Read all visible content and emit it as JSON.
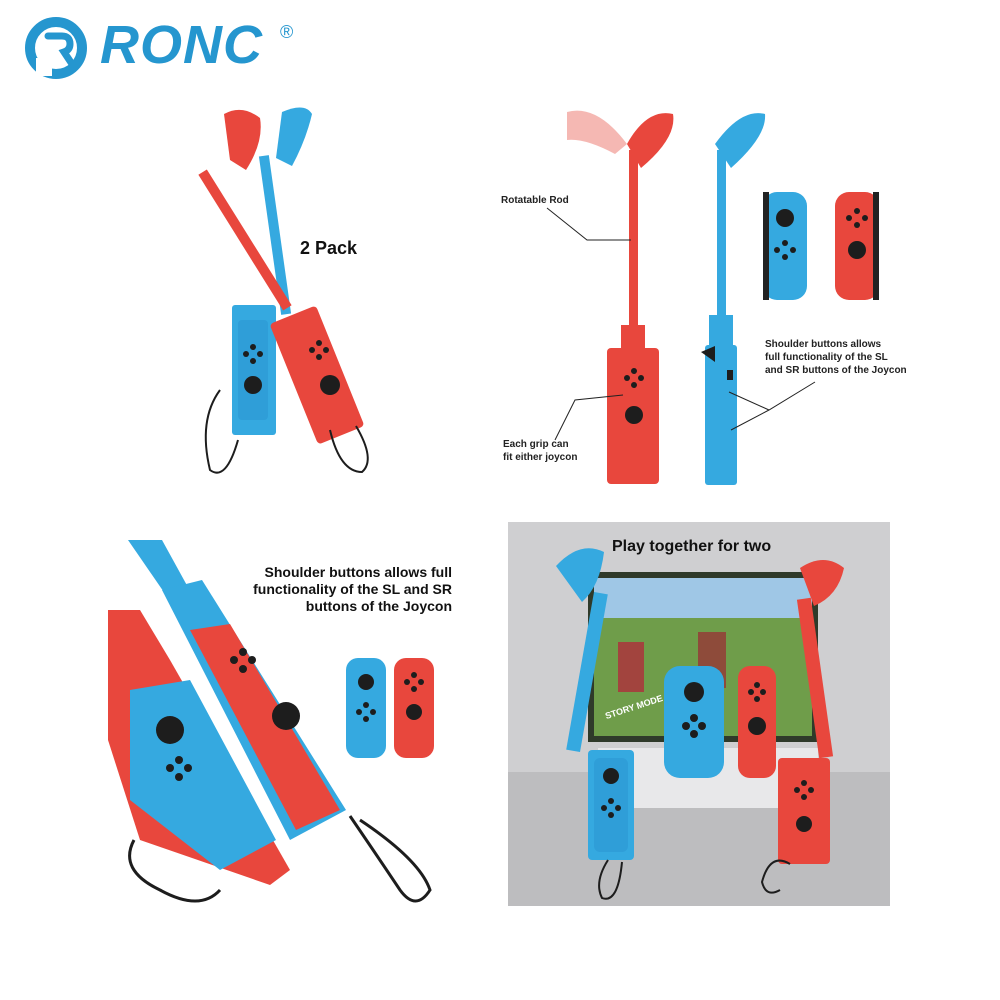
{
  "brand": {
    "name": "RONC",
    "registered": "®",
    "color": "#2596cf"
  },
  "colors": {
    "red": "#e8473d",
    "blue": "#35a9e0",
    "dark": "#1d1d1d"
  },
  "panel1": {
    "label": "2 Pack"
  },
  "panel2": {
    "callouts": {
      "rod": "Rotatable Rod",
      "shoulder": [
        "Shoulder buttons allows",
        "full functionality of the SL",
        "and SR buttons of the Joycon"
      ],
      "grip": [
        "Each grip can",
        "fit either joycon"
      ]
    }
  },
  "panel3": {
    "heading": [
      "Shoulder buttons allows full",
      "functionality of the SL and SR",
      "buttons of the Joycon"
    ]
  },
  "panel4": {
    "heading": "Play together for two",
    "screen_text": "STORY MODE"
  }
}
